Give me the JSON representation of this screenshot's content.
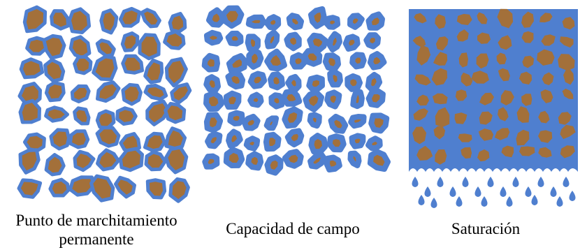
{
  "panels": [
    {
      "id": "wilting",
      "caption_lines": [
        "Punto de marchitamiento",
        "permanente"
      ],
      "water_film": "thin"
    },
    {
      "id": "field-capacity",
      "caption_lines": [
        "Capacidad de campo"
      ],
      "water_film": "thick"
    },
    {
      "id": "saturation",
      "caption_lines": [
        "Saturación"
      ],
      "water_film": "full",
      "drainage_drops": true
    }
  ],
  "colors": {
    "soil_particle": "#a3703a",
    "water": "#4f7fcf",
    "background": "#ffffff"
  }
}
